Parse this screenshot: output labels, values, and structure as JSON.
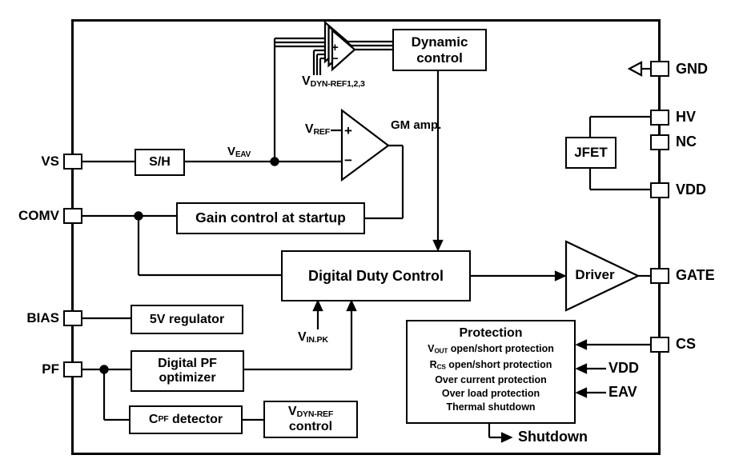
{
  "pins": {
    "left": [
      {
        "label": "VS"
      },
      {
        "label": "COMV"
      },
      {
        "label": "BIAS"
      },
      {
        "label": "PF"
      }
    ],
    "right": [
      {
        "label": "GND"
      },
      {
        "label": "HV"
      },
      {
        "label": "NC"
      },
      {
        "label": "VDD"
      },
      {
        "label": "GATE"
      },
      {
        "label": "CS"
      }
    ]
  },
  "blocks": {
    "sh": "S/H",
    "dynamic_control": {
      "line1": "Dynamic",
      "line2": "control"
    },
    "gain_control": "Gain control at startup",
    "digital_duty": "Digital Duty Control",
    "regulator": "5V regulator",
    "pf_optimizer": {
      "line1": "Digital PF",
      "line2": "optimizer"
    },
    "cpf_detector": {
      "base": "C",
      "sub": "PF",
      "rest": " detector"
    },
    "vdynref_control": {
      "base": "V",
      "sub": "DYN-REF",
      "line2": "control"
    },
    "jfet": "JFET",
    "driver": "Driver",
    "protection": {
      "title": "Protection",
      "items": [
        {
          "base": "V",
          "sub": "OUT",
          "rest": " open/short protection"
        },
        {
          "base": "R",
          "sub": "CS",
          "rest": " open/short protection"
        },
        {
          "base": "",
          "sub": "",
          "rest": "Over current protection"
        },
        {
          "base": "",
          "sub": "",
          "rest": "Over load protection"
        },
        {
          "base": "",
          "sub": "",
          "rest": "Thermal shutdown"
        }
      ]
    }
  },
  "labels": {
    "veav": {
      "base": "V",
      "sub": "EAV"
    },
    "vref": {
      "base": "V",
      "sub": "REF"
    },
    "gm_amp": "GM amp.",
    "vdynref123": {
      "base": "V",
      "sub": "DYN-REF1,2,3"
    },
    "vinpk": {
      "base": "V",
      "sub": "IN.PK"
    },
    "vdd": "VDD",
    "eav": "EAV",
    "shutdown": "Shutdown",
    "plus": "+",
    "minus": "−"
  },
  "colors": {
    "line": "#000000",
    "background": "#ffffff"
  }
}
